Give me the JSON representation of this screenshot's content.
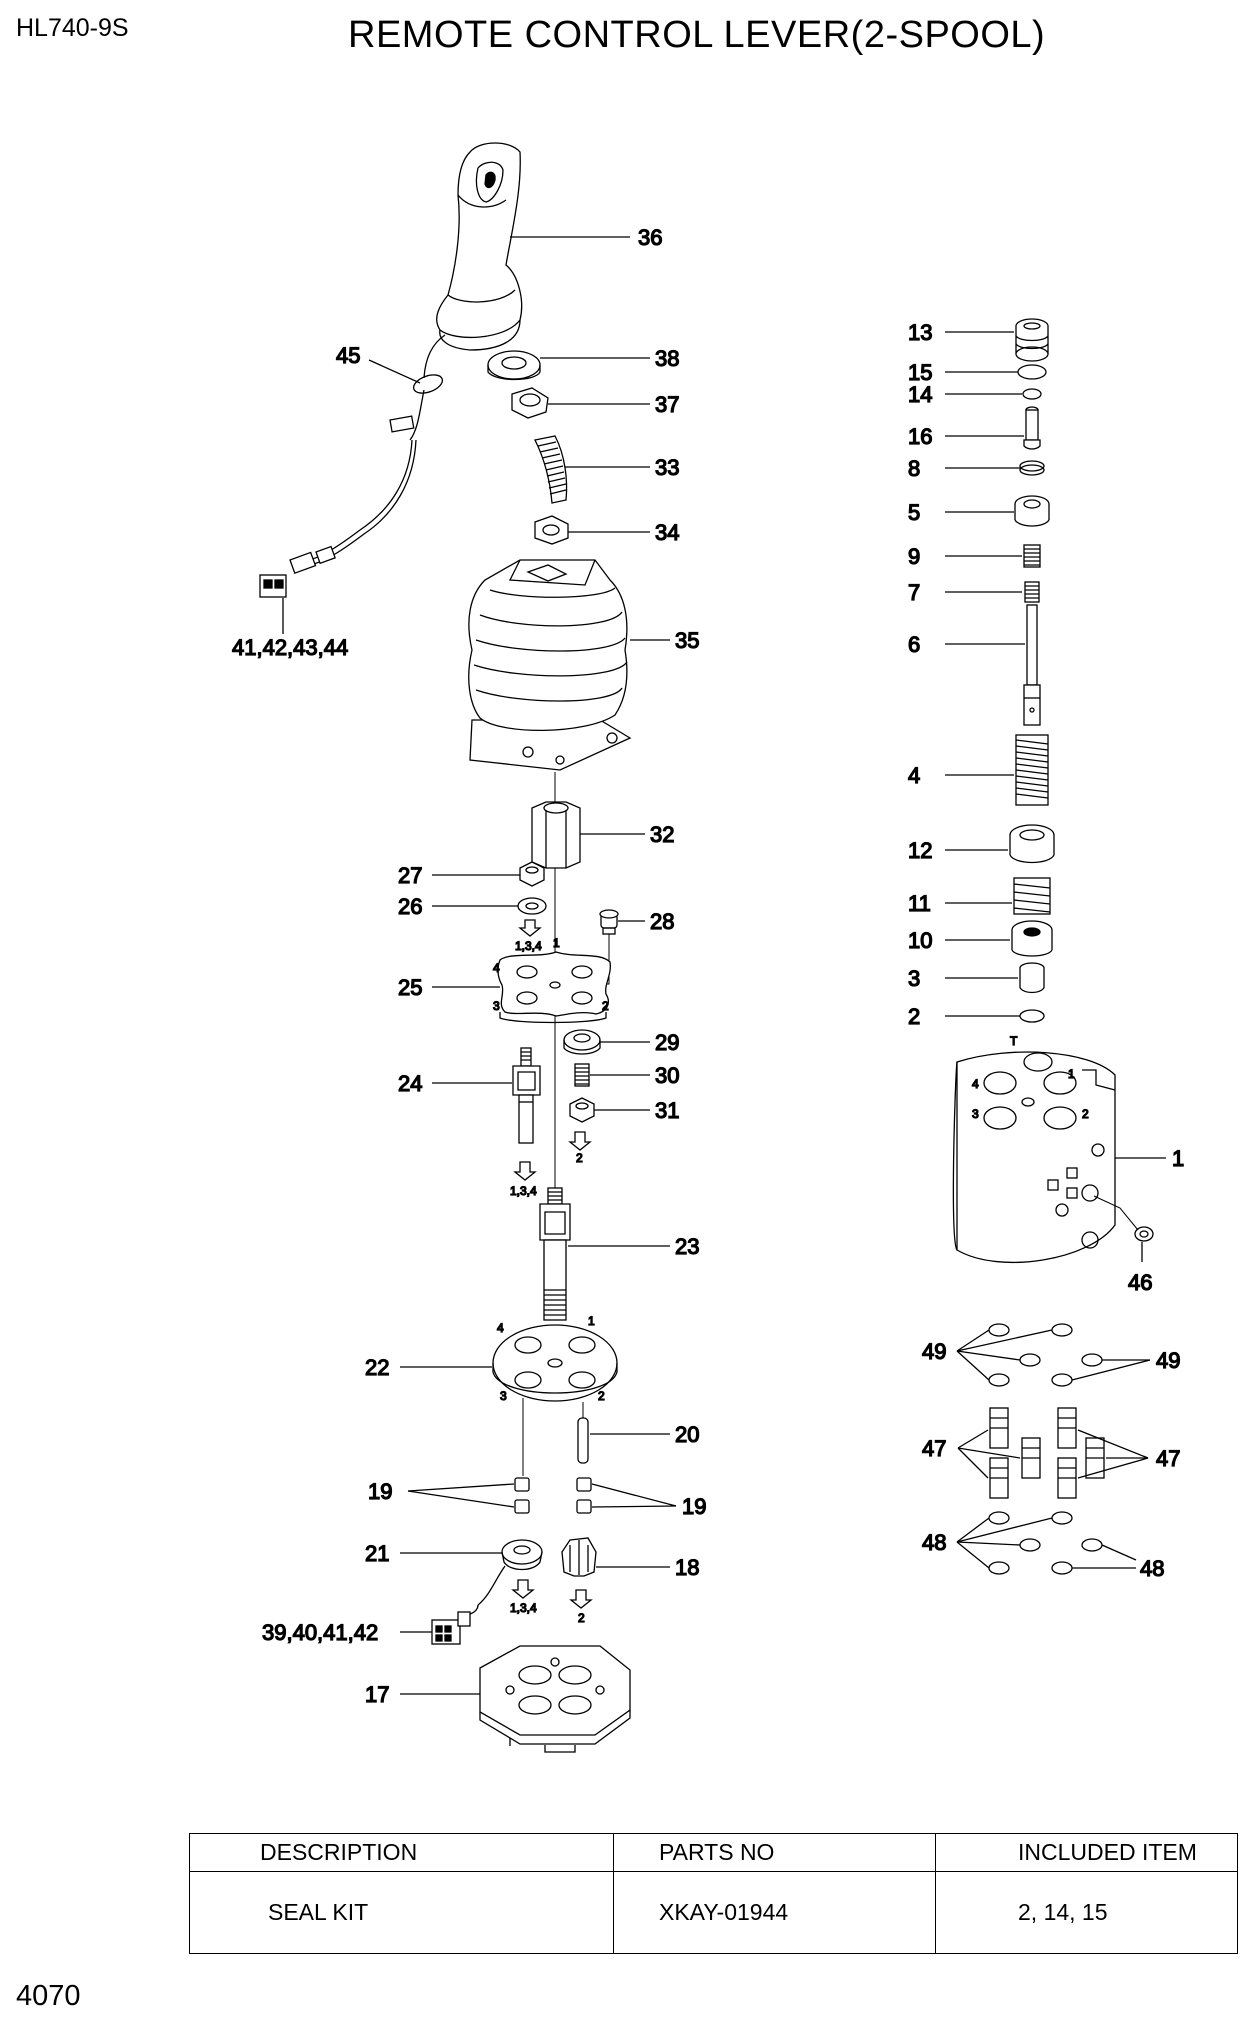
{
  "header": {
    "model": "HL740-9S",
    "title": "REMOTE CONTROL LEVER(2-SPOOL)"
  },
  "footer": {
    "page_number": "4070"
  },
  "callouts": {
    "c36": "36",
    "c45": "45",
    "c38": "38",
    "c37": "37",
    "c33": "33",
    "c34": "34",
    "c41": "41,42,43,44",
    "c35": "35",
    "c32": "32",
    "c27": "27",
    "c26": "26",
    "c28": "28",
    "c25": "25",
    "c29": "29",
    "c24": "24",
    "c30": "30",
    "c31": "31",
    "c23": "23",
    "c22": "22",
    "c20": "20",
    "c19a": "19",
    "c19b": "19",
    "c21": "21",
    "c18": "18",
    "c39": "39,40,41,42",
    "c17": "17",
    "c13": "13",
    "c15": "15",
    "c14": "14",
    "c16": "16",
    "c8": "8",
    "c5": "5",
    "c9": "9",
    "c7": "7",
    "c6": "6",
    "c4": "4",
    "c12": "12",
    "c11": "11",
    "c10": "10",
    "c3": "3",
    "c2": "2",
    "c1": "1",
    "c46": "46",
    "c49a": "49",
    "c49b": "49",
    "c47a": "47",
    "c47b": "47",
    "c48a": "48",
    "c48b": "48"
  },
  "port_labels": {
    "p134a": "1,3,4",
    "p134b": "1,3,4",
    "p134c": "1,3,4",
    "p2a": "2",
    "p2b": "2",
    "plate25": {
      "n1": "1",
      "n2": "2",
      "n3": "3",
      "n4": "4"
    },
    "plate22": {
      "n1": "1",
      "n2": "2",
      "n3": "3",
      "n4": "4"
    },
    "body1": {
      "t": "T",
      "n1": "1",
      "n2": "2",
      "n3": "3",
      "n4": "4"
    }
  },
  "seal_table": {
    "headers": [
      "DESCRIPTION",
      "PARTS NO",
      "INCLUDED ITEM"
    ],
    "rows": [
      [
        "SEAL KIT",
        "XKAY-01944",
        "2, 14, 15"
      ]
    ]
  }
}
